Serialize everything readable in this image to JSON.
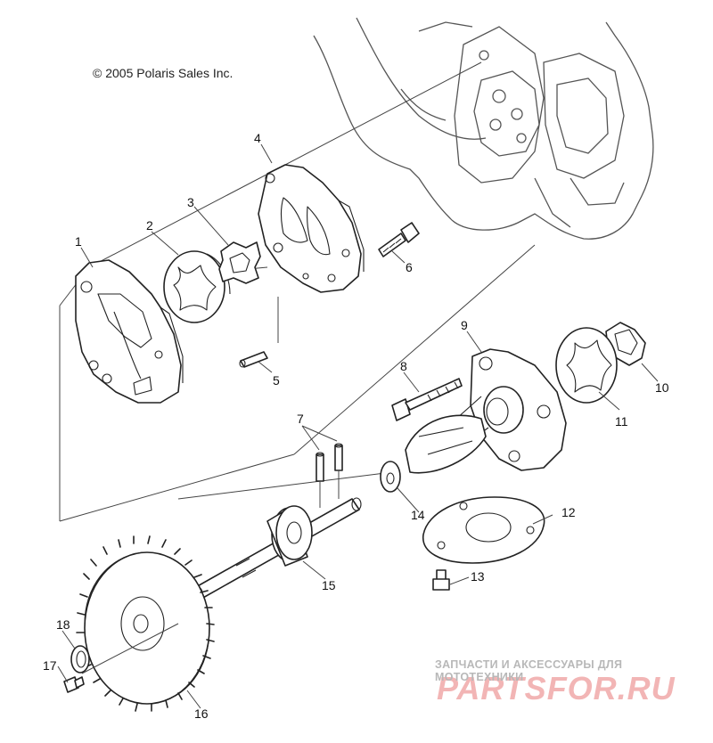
{
  "copyright": "© 2005 Polaris Sales Inc.",
  "watermark": {
    "tagline": "ЗАПЧАСТИ И АКСЕССУАРЫ ДЛЯ МОТОТЕХНИКИ",
    "brand": "PARTSFOR.RU"
  },
  "callouts": [
    "1",
    "2",
    "3",
    "4",
    "5",
    "6",
    "7",
    "8",
    "9",
    "10",
    "11",
    "12",
    "13",
    "14",
    "15",
    "16",
    "17",
    "18"
  ]
}
